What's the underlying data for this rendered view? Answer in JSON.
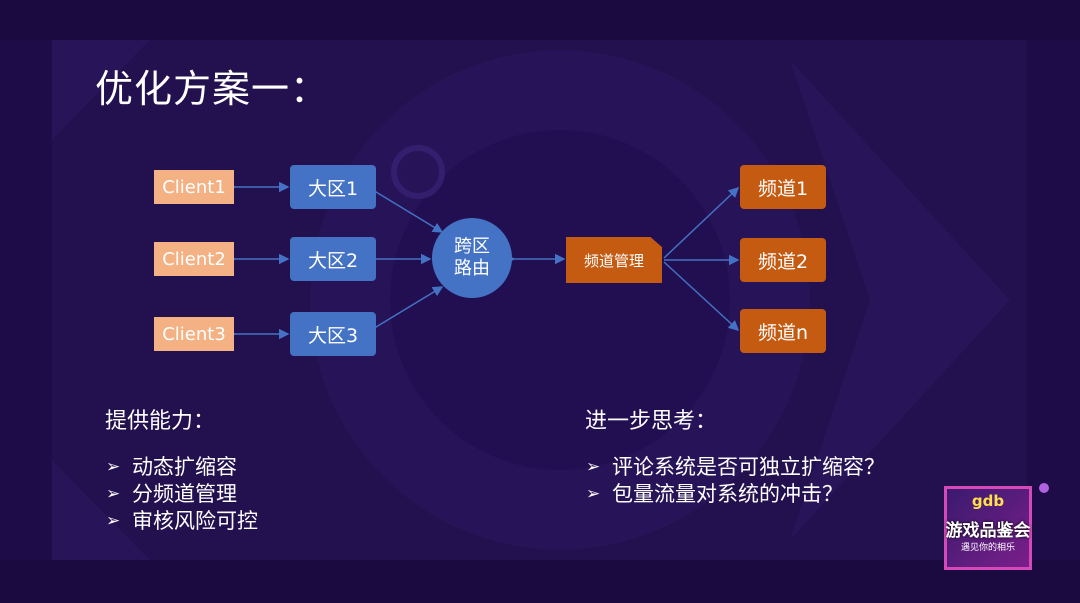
{
  "slide": {
    "title": "优化方案一："
  },
  "diagram": {
    "clients": [
      "Client1",
      "Client2",
      "Client3"
    ],
    "regions": [
      "大区1",
      "大区2",
      "大区3"
    ],
    "router": {
      "line1": "跨区",
      "line2": "路由"
    },
    "manager": "频道管理",
    "channels": [
      "频道1",
      "频道2",
      "频道n"
    ],
    "colors": {
      "client": "#f4b183",
      "region": "#4472c4",
      "channel": "#c55a11",
      "connector": "#4472c4"
    }
  },
  "capabilities": {
    "title": "提供能力：",
    "items": [
      "动态扩缩容",
      "分频道管理",
      "审核风险可控"
    ]
  },
  "thoughts": {
    "title": "进一步思考：",
    "items": [
      "评论系统是否可独立扩缩容？",
      "包量流量对系统的冲击？"
    ]
  },
  "logo": {
    "top": "gdb",
    "main": "游戏品鉴会",
    "sub": "遇见你的相乐"
  },
  "icons": {
    "bullet": "arrow-right-icon"
  }
}
